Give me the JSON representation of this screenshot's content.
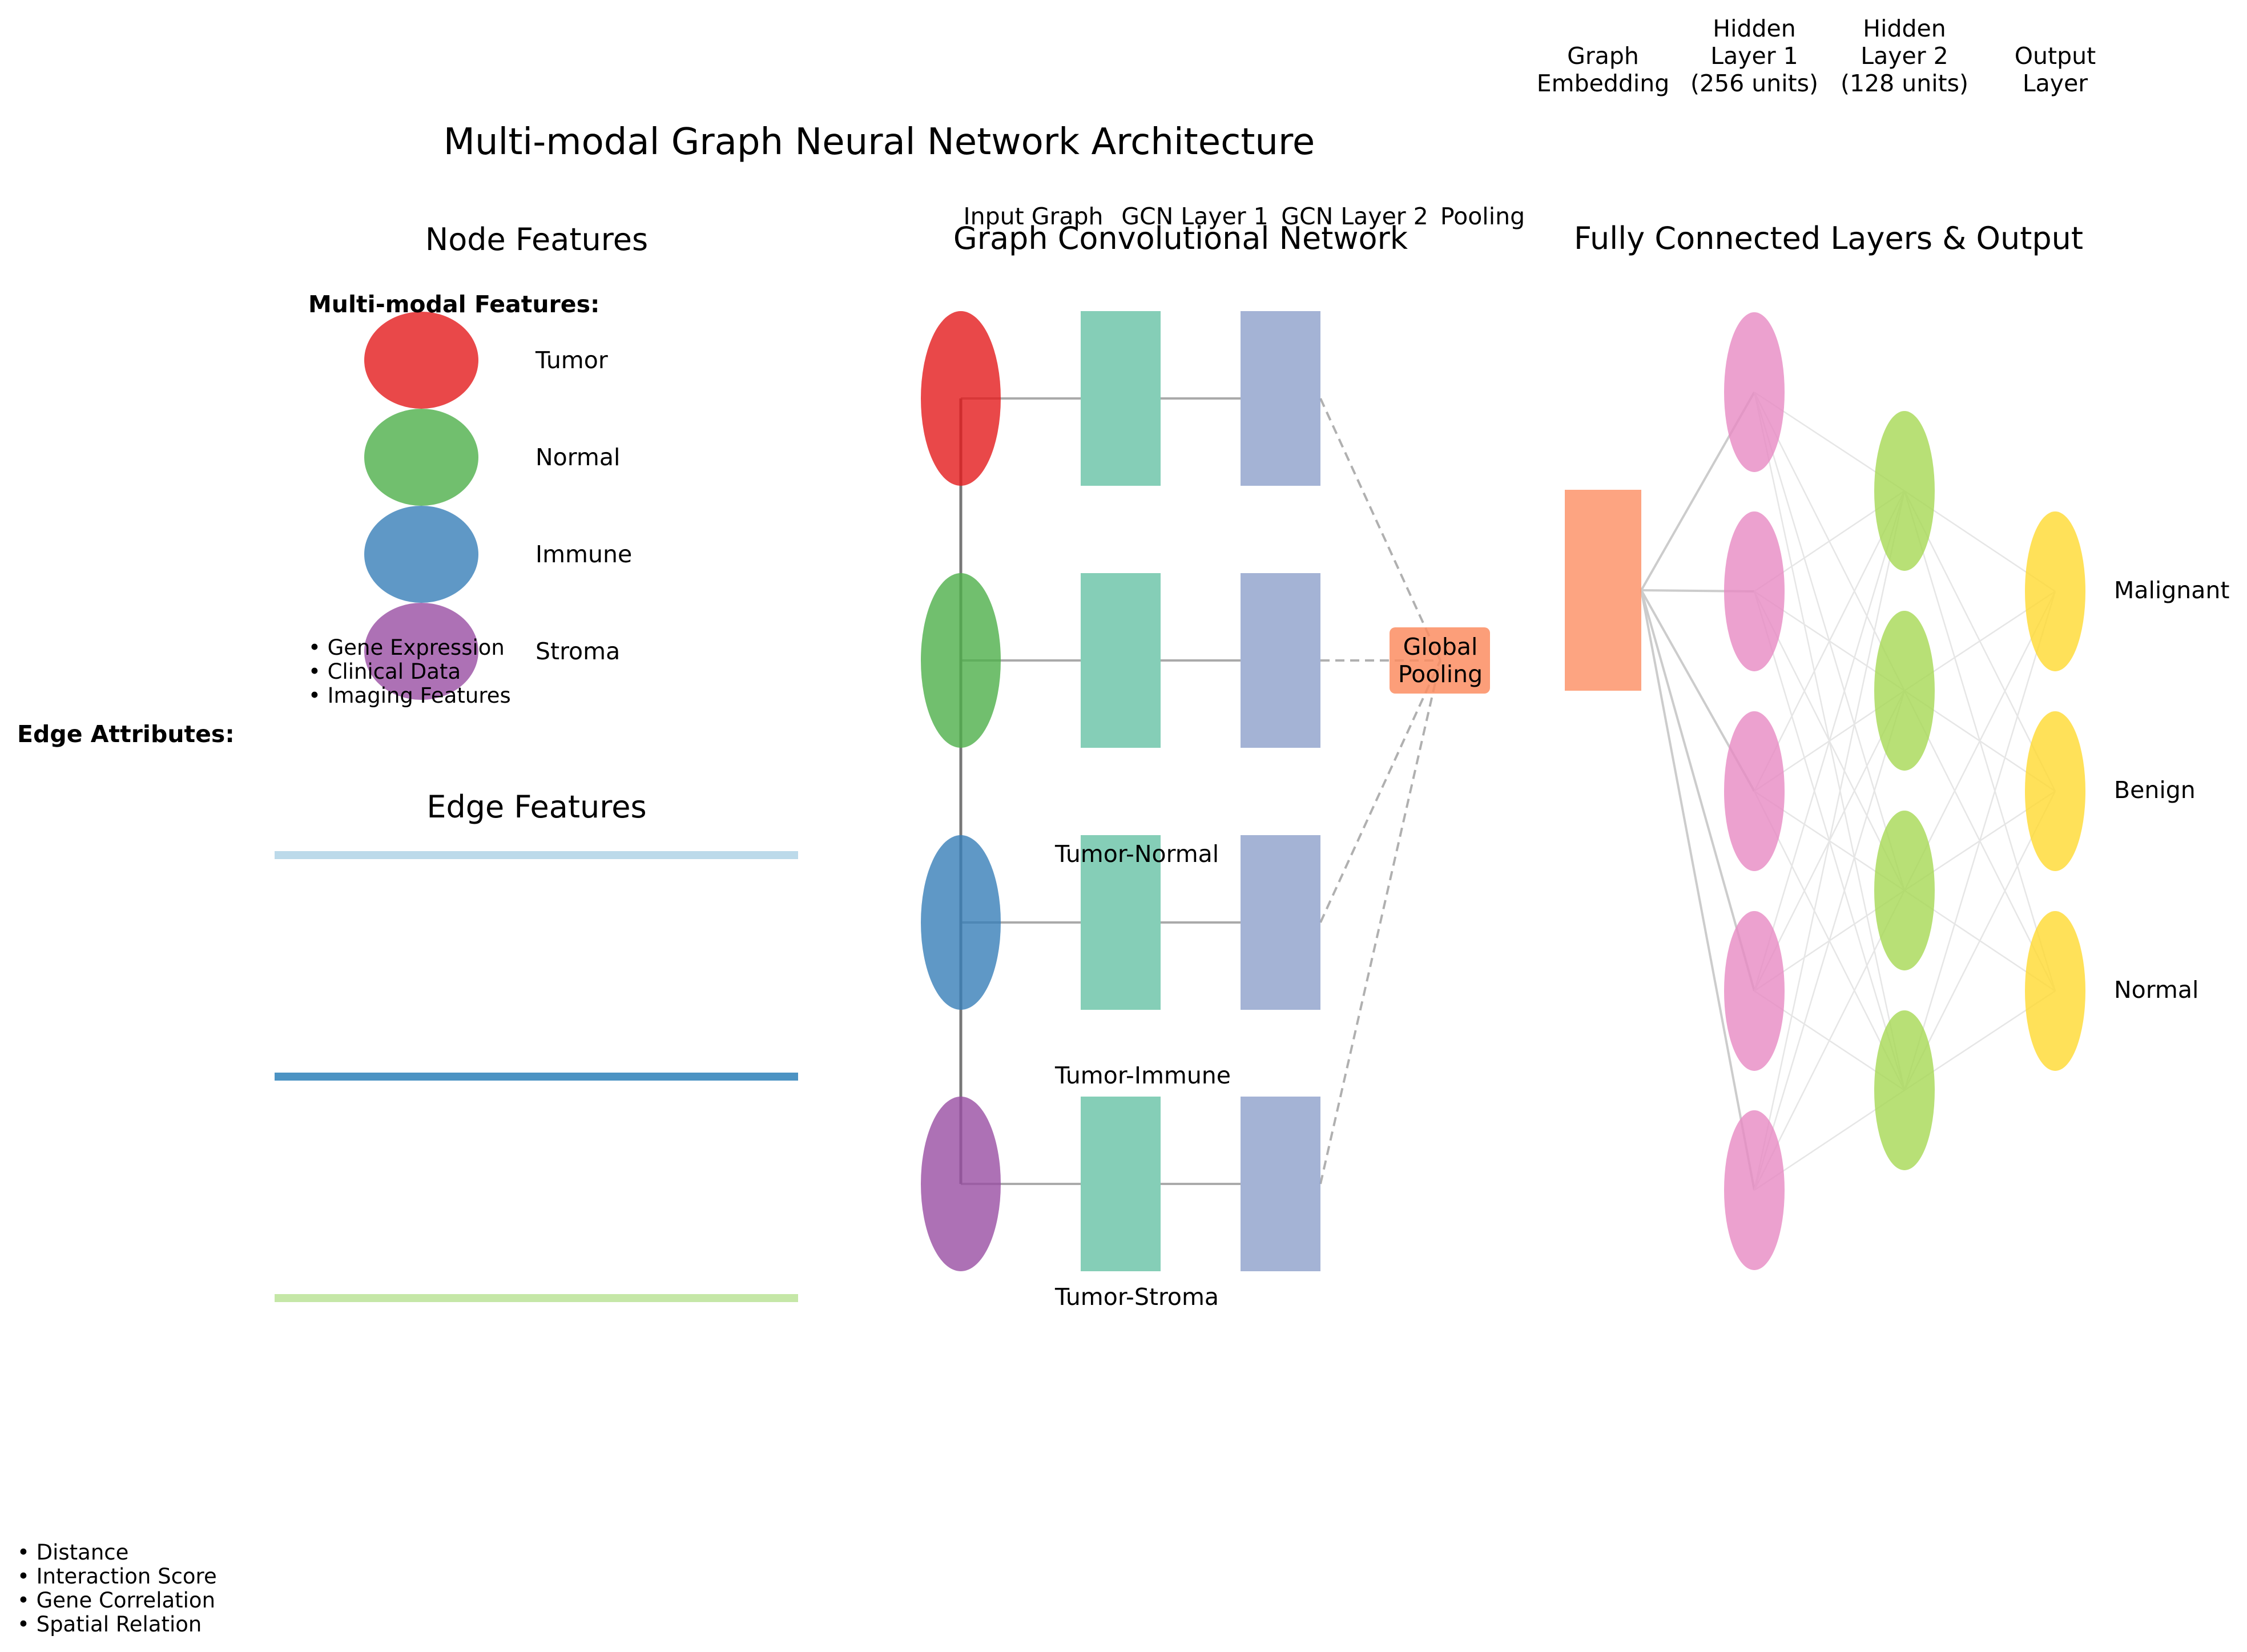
{
  "title": "Multi-modal Graph Neural Network Architecture",
  "sections": {
    "node_features": "Node Features",
    "edge_features": "Edge Features",
    "gcn": "Graph Convolutional Network",
    "fc": "Fully Connected Layers & Output"
  },
  "node_legend": {
    "heading": "Multi-modal Features:",
    "items": [
      {
        "label": "Tumor",
        "color": "#e41a1c"
      },
      {
        "label": "Normal",
        "color": "#4daf4a"
      },
      {
        "label": "Immune",
        "color": "#377eb8"
      },
      {
        "label": "Stroma",
        "color": "#984ea3"
      }
    ],
    "bullets": [
      "• Gene Expression",
      "• Clinical Data",
      "• Imaging Features"
    ]
  },
  "edge_legend": {
    "heading": "Edge Attributes:",
    "items": [
      {
        "label": "Tumor-Normal",
        "color": "#a6cee3"
      },
      {
        "label": "Tumor-Immune",
        "color": "#1f78b4"
      },
      {
        "label": "Tumor-Stroma",
        "color": "#b2df8a"
      }
    ],
    "bullets": [
      "• Distance",
      "• Interaction Score",
      "• Gene Correlation",
      "• Spatial Relation"
    ]
  },
  "gcn": {
    "stage_labels": [
      "Input Graph",
      "GCN Layer 1",
      "GCN Layer 2",
      "Pooling"
    ],
    "pooling_label": "Global\nPooling",
    "node_colors": [
      "#e41a1c",
      "#4daf4a",
      "#377eb8",
      "#984ea3"
    ],
    "layer1_color": "#66c2a5",
    "layer2_color": "#8da0cb",
    "pooling_color": "#fc8d62"
  },
  "fc": {
    "headers": [
      "Graph\nEmbedding",
      "Hidden\nLayer 1\n(256 units)",
      "Hidden\nLayer 2\n(128 units)",
      "Output\nLayer"
    ],
    "embedding_color": "#fc8d62",
    "hidden1": {
      "count": 5,
      "color": "#e78ac3"
    },
    "hidden2": {
      "count": 4,
      "color": "#a6d854"
    },
    "output": {
      "classes": [
        "Malignant",
        "Benign",
        "Normal"
      ],
      "color": "#ffd92f"
    }
  }
}
